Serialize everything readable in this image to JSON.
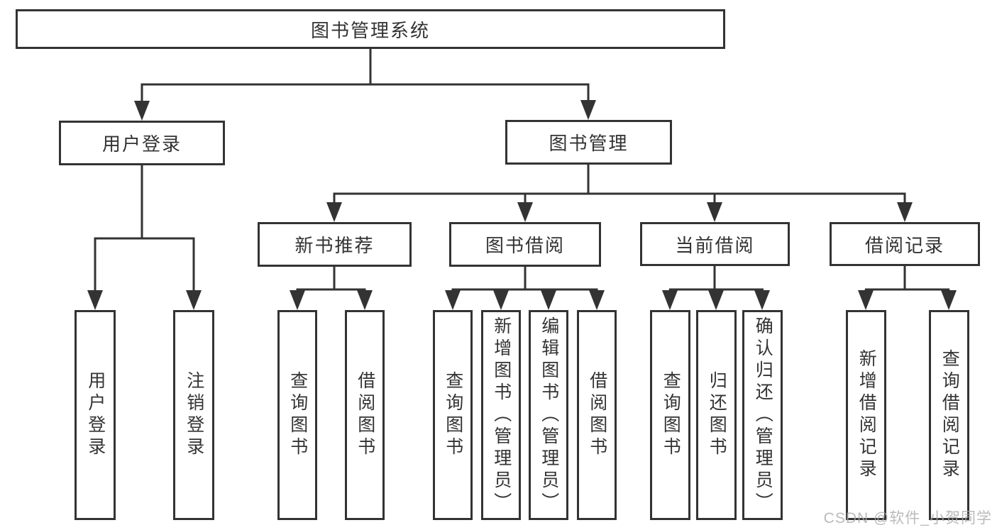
{
  "diagram": {
    "root": {
      "label": "图书管理系统"
    },
    "login": {
      "label": "用户登录",
      "children": [
        {
          "label": "用户登录"
        },
        {
          "label": "注销登录"
        }
      ]
    },
    "management": {
      "label": "图书管理",
      "sections": [
        {
          "label": "新书推荐",
          "children": [
            {
              "label": "查询图书"
            },
            {
              "label": "借阅图书"
            }
          ]
        },
        {
          "label": "图书借阅",
          "children": [
            {
              "label": "查询图书"
            },
            {
              "label": "新增图书（管理员）"
            },
            {
              "label": "编辑图书（管理员）"
            },
            {
              "label": "借阅图书"
            }
          ]
        },
        {
          "label": "当前借阅",
          "children": [
            {
              "label": "查询图书"
            },
            {
              "label": "归还图书"
            },
            {
              "label": "确认归还（管理员）"
            }
          ]
        },
        {
          "label": "借阅记录",
          "children": [
            {
              "label": "新增借阅记录"
            },
            {
              "label": "查询借阅记录"
            }
          ]
        }
      ]
    },
    "watermark": "CSDN @软件_小贺同学"
  },
  "colors": {
    "line": "#333333",
    "text": "#333333",
    "watermark": "#aaaaaa"
  }
}
